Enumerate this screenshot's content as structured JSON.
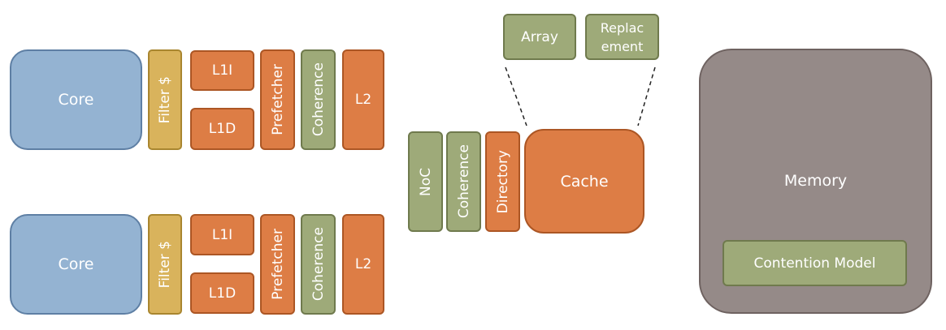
{
  "row1": {
    "core": "Core",
    "filter": "Filter $",
    "l1i": "L1I",
    "l1d": "L1D",
    "prefetcher": "Prefetcher",
    "coherence": "Coherence",
    "l2": "L2"
  },
  "row2": {
    "core": "Core",
    "filter": "Filter $",
    "l1i": "L1I",
    "l1d": "L1D",
    "prefetcher": "Prefetcher",
    "coherence": "Coherence",
    "l2": "L2"
  },
  "shared": {
    "noc": "NoC",
    "coherence": "Coherence",
    "directory": "Directory",
    "cache": "Cache",
    "array": "Array",
    "replacement_line1": "Replac",
    "replacement_line2": "ement"
  },
  "memory": {
    "label": "Memory",
    "contention_model": "Contention Model"
  },
  "colors": {
    "core": "#94b3d2",
    "filter": "#d9b35c",
    "orange": "#dd7d45",
    "green": "#9eaa79",
    "memory": "#958a88"
  }
}
